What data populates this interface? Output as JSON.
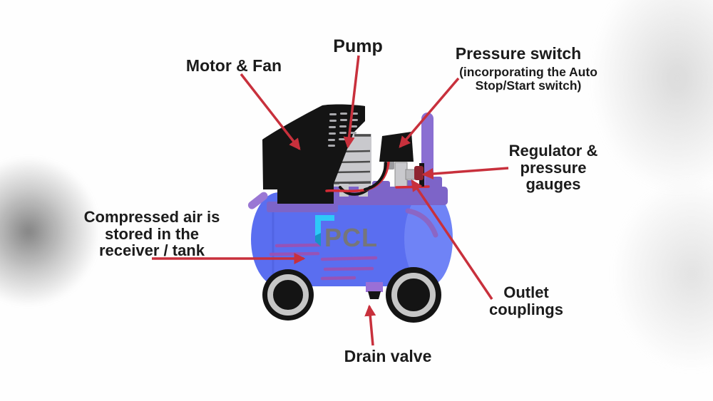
{
  "diagram": {
    "subject": "Air compressor parts diagram",
    "logo_text": "PCL",
    "callouts": {
      "motor_fan": {
        "label": "Motor & Fan"
      },
      "pump": {
        "label": "Pump"
      },
      "pressure_switch": {
        "label": "Pressure switch",
        "sub_line1": "(incorporating the Auto",
        "sub_line2": "Stop/Start switch)"
      },
      "regulator": {
        "line1": "Regulator &",
        "line2": "pressure",
        "line3": "gauges"
      },
      "tank": {
        "line1": "Compressed air is",
        "line2": "stored in the",
        "line3": "receiver / tank"
      },
      "outlet": {
        "line1": "Outlet",
        "line2": "couplings"
      },
      "drain": {
        "label": "Drain valve"
      }
    },
    "colors": {
      "text_ink": "#1b1b1b",
      "ink": "#141414",
      "arrow_red": "#c8303c",
      "wire_red": "#d42b35",
      "tank_blue": "#5a6ef0",
      "tank_cap_blue": "#6f83f6",
      "seam_blue": "#4c5edb",
      "mount_purple": "#7d64c8",
      "handle_purple": "#8a6fd2",
      "stub_purple": "#9a77d4",
      "drain_purple": "#9a6fd6",
      "cap_arc_purple": "#8e63c0",
      "streak_magenta": "#a14fae",
      "pump_gray": "#c9c9cd",
      "fitting_gray": "#b9b9bd",
      "connector_gray": "#9b9b9f",
      "wheel_rim_gray": "#c6c6c6",
      "slat_gray": "#a9a9ad",
      "fin_dark": "#4b4b4b",
      "knob_red": "#8e2430",
      "logo_cyan": "#2ec9f8",
      "logo_teal": "#1794c4",
      "logo_gray": "#76767a"
    }
  }
}
